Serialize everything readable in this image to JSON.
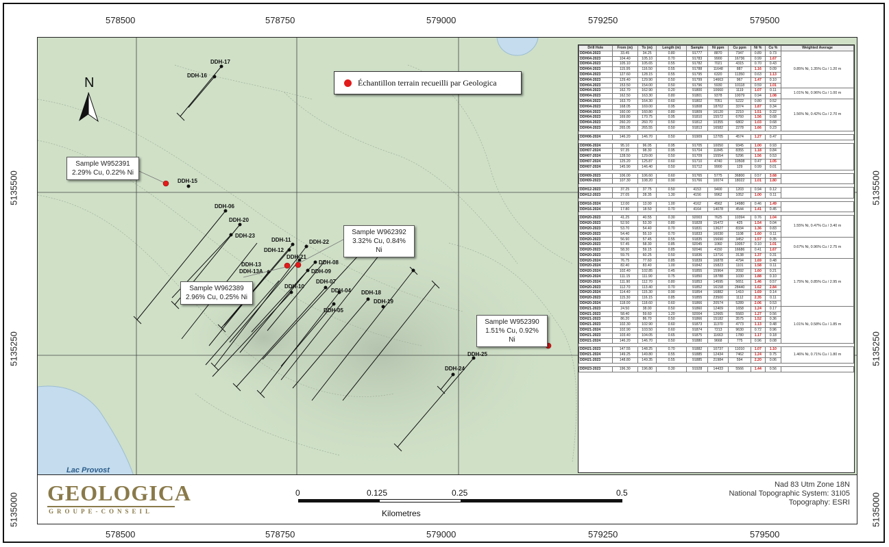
{
  "map": {
    "x_ticks": [
      "578500",
      "578750",
      "579000",
      "579250",
      "579500"
    ],
    "y_ticks": [
      "5135500",
      "5135250",
      "5135000"
    ],
    "colors": {
      "terrain": "#cfe0c7",
      "terrain_dark": "#b9c8b2",
      "water": "#c4dced",
      "drillhole": "#111111",
      "sample": "#e21b1b",
      "accent": "#8a7a4a"
    },
    "north_arrow_label": "N",
    "legend_label": "Échantillon terrain recueilli par Geologica",
    "lake_label": "Lac Provost",
    "samples": [
      {
        "id": "W952391",
        "line1": "Sample W952391",
        "line2": "2.29% Cu, 0.22% Ni"
      },
      {
        "id": "W962392",
        "line1": "Sample W962392",
        "line2": "3.32% Cu, 0.84% Ni"
      },
      {
        "id": "W962389",
        "line1": "Sample W962389",
        "line2": "2.96% Cu, 0.25% Ni"
      },
      {
        "id": "W952390",
        "line1": "Sample W952390",
        "line2": "1.51% Cu, 0.92% Ni"
      }
    ],
    "drill_holes": [
      "DDH-17",
      "DDH-16",
      "DDH-15",
      "DDH-06",
      "DDH-20",
      "DDH-23",
      "DDH-11",
      "DDH-22",
      "DDH-12",
      "DDH-21",
      "DDH-13",
      "DDH-13A",
      "DDH-08",
      "DDH-09",
      "DDH-10",
      "DDH-07",
      "DDH-04",
      "DDH-05",
      "DDH-18",
      "DDH-19",
      "DDH-25",
      "DDH-24"
    ]
  },
  "table": {
    "headers": [
      "Drill Hole",
      "From (m)",
      "To (m)",
      "Length (m)",
      "Sample",
      "Ni ppm",
      "Cu ppm",
      "Ni %",
      "Cu %",
      "Weighted Average"
    ],
    "rows": [
      [
        "DDH04-2023",
        "33.45",
        "34.25",
        "0.80",
        "91777",
        "8870",
        "7347",
        "0.89",
        "0.73"
      ],
      [
        "DDH04-2023",
        "104.40",
        "105.10",
        "0.70",
        "91783",
        "9900",
        "16736",
        "0.99",
        "1.67"
      ],
      [
        "DDH04-2023",
        "105.10",
        "105.65",
        "0.55",
        "91782",
        "7021",
        "4315",
        "0.70",
        "0.43"
      ],
      [
        "DDH04-2023",
        "115.95",
        "116.50",
        "0.55",
        "91788",
        "11648",
        "887",
        "1.16",
        "0.09"
      ],
      [
        "DDH04-2023",
        "127.60",
        "128.15",
        "0.55",
        "91795",
        "6320",
        "11350",
        "0.63",
        "1.13"
      ],
      [
        "DDH04-2023",
        "129.40",
        "129.90",
        "0.50",
        "91799",
        "14663",
        "967",
        "1.47",
        "0.10"
      ],
      [
        "DDH04-2023",
        "153.50",
        "154.00",
        "0.50",
        "91796",
        "5930",
        "10118",
        "0.59",
        "1.01"
      ],
      [
        "DDH04-2023",
        "162.70",
        "162.90",
        "0.20",
        "91800",
        "10660",
        "1119",
        "1.07",
        "0.11"
      ],
      [
        "DDH04-2023",
        "162.50",
        "163.30",
        "0.80",
        "91801",
        "9378",
        "10079",
        "0.94",
        "1.08"
      ],
      [
        "DDH04-2023",
        "163.70",
        "164.30",
        "0.60",
        "91802",
        "7051",
        "5222",
        "0.80",
        "0.52"
      ],
      [
        "DDH04-2023",
        "168.05",
        "169.00",
        "0.95",
        "91808",
        "18702",
        "3374",
        "1.87",
        "0.34"
      ],
      [
        "DDH04-2023",
        "160.00",
        "160.80",
        "0.80",
        "91809",
        "16120",
        "2210",
        "1.51",
        "0.22"
      ],
      [
        "DDH04-2023",
        "169.80",
        "170.75",
        "0.95",
        "91810",
        "15572",
        "6760",
        "1.56",
        "0.68"
      ],
      [
        "DDH04-2023",
        "260.20",
        "260.70",
        "0.50",
        "91812",
        "10355",
        "6802",
        "1.03",
        "0.68"
      ],
      [
        "DDH04-2023",
        "265.05",
        "265.55",
        "0.50",
        "91813",
        "16582",
        "2278",
        "1.66",
        "0.23"
      ],
      [
        "DDH06-2024",
        "146.20",
        "146.70",
        "0.50",
        "91909",
        "12705",
        "4574",
        "1.27",
        "0.47"
      ],
      [
        "DDH06-2024",
        "95.10",
        "96.05",
        "0.95",
        "91705",
        "10050",
        "9345",
        "1.00",
        "0.93"
      ],
      [
        "DDH07-2024",
        "97.35",
        "98.30",
        "0.95",
        "91704",
        "11845",
        "8355",
        "1.18",
        "0.84"
      ],
      [
        "DDH07-2024",
        "128.50",
        "129.00",
        "0.50",
        "91709",
        "15554",
        "5296",
        "1.56",
        "0.53"
      ],
      [
        "DDH07-2024",
        "125.20",
        "125.87",
        "0.60",
        "91710",
        "4740",
        "10508",
        "0.47",
        "1.05"
      ],
      [
        "DDH07-2024",
        "145.90",
        "146.40",
        "0.50",
        "91712",
        "9900",
        "129",
        "0.99",
        "0.01"
      ],
      [
        "DDH09-2023",
        "106.00",
        "106.60",
        "0.60",
        "91765",
        "5775",
        "36800",
        "0.57",
        "3.68"
      ],
      [
        "DDH09-2023",
        "107.30",
        "108.20",
        "0.90",
        "91766",
        "10074",
        "18022",
        "1.01",
        "1.80"
      ],
      [
        "DDH12-2023",
        "37.25",
        "37.75",
        "0.50",
        "4153",
        "9400",
        "1203",
        "0.94",
        "0.12"
      ],
      [
        "DDH12-2023",
        "27.05",
        "28.35",
        "1.30",
        "4156",
        "9962",
        "1052",
        "1.00",
        "0.11"
      ],
      [
        "DDH16-2024",
        "12.00",
        "13.00",
        "1.00",
        "4162",
        "4562",
        "14980",
        "0.46",
        "1.49"
      ],
      [
        "DDH16-2024",
        "17.80",
        "18.50",
        "0.70",
        "4164",
        "14078",
        "4544",
        "1.41",
        "0.45"
      ],
      [
        "DDH20-2023",
        "41.25",
        "40.55",
        "0.30",
        "92003",
        "7625",
        "10394",
        "0.76",
        "1.04"
      ],
      [
        "DDH20-2023",
        "52.50",
        "53.30",
        "0.80",
        "91828",
        "15472",
        "425",
        "1.54",
        "0.04"
      ],
      [
        "DDH20-2023",
        "53.70",
        "54.40",
        "0.70",
        "91831",
        "13627",
        "8334",
        "1.36",
        "0.83"
      ],
      [
        "DDH20-2023",
        "54.40",
        "55.10",
        "0.70",
        "91833",
        "16030",
        "1108",
        "1.60",
        "0.11"
      ],
      [
        "DDH20-2023",
        "56.90",
        "57.45",
        "0.55",
        "91835",
        "15690",
        "3452",
        "1.57",
        "0.35"
      ],
      [
        "DDH20-2023",
        "57.45",
        "58.30",
        "0.85",
        "92045",
        "1060",
        "10057",
        "0.10",
        "1.01"
      ],
      [
        "DDH20-2023",
        "58.30",
        "59.15",
        "0.85",
        "92046",
        "4150",
        "16686",
        "0.41",
        "1.67"
      ],
      [
        "DDH20-2023",
        "59.75",
        "60.25",
        "0.50",
        "91836",
        "13716",
        "3138",
        "1.37",
        "0.31"
      ],
      [
        "DDH20-2024",
        "76.75",
        "77.60",
        "0.85",
        "91839",
        "16878",
        "4794",
        "1.69",
        "0.48"
      ],
      [
        "DDH20-2024",
        "82.40",
        "83.40",
        "1.00",
        "91842",
        "15823",
        "1101",
        "1.58",
        "0.11"
      ],
      [
        "DDH20-2024",
        "102.40",
        "102.85",
        "0.45",
        "91855",
        "15964",
        "2092",
        "1.60",
        "0.21"
      ],
      [
        "DDH20-2024",
        "111.15",
        "111.90",
        "0.75",
        "91850",
        "18788",
        "1030",
        "1.88",
        "0.10"
      ],
      [
        "DDH20-2024",
        "111.90",
        "112.70",
        "0.80",
        "91853",
        "14595",
        "5651",
        "1.46",
        "0.57"
      ],
      [
        "DDH20-2023",
        "112.70",
        "113.40",
        "0.70",
        "91852",
        "16158",
        "28440",
        "1.62",
        "2.84"
      ],
      [
        "DDH20-2024",
        "114.40",
        "115.30",
        "0.90",
        "91854",
        "16882",
        "1410",
        "1.69",
        "0.14"
      ],
      [
        "DDH20-2023",
        "115.30",
        "116.15",
        "0.85",
        "91855",
        "23500",
        "1112",
        "2.35",
        "0.11"
      ],
      [
        "DDH20-2024",
        "118.00",
        "118.60",
        "0.60",
        "91866",
        "20574",
        "5289",
        "2.06",
        "0.53"
      ],
      [
        "DDH21-2023",
        "24.50",
        "38.00",
        "0.50",
        "91860",
        "12409",
        "1658",
        "1.24",
        "0.17"
      ],
      [
        "DDH21-2023",
        "58.40",
        "59.60",
        "1.20",
        "92004",
        "12665",
        "5583",
        "1.27",
        "0.56"
      ],
      [
        "DDH21-2023",
        "86.20",
        "86.70",
        "0.50",
        "91866",
        "15182",
        "3575",
        "1.52",
        "0.36"
      ],
      [
        "DDH21-2023",
        "102.30",
        "102.90",
        "0.60",
        "91873",
        "11370",
        "4773",
        "1.13",
        "0.48"
      ],
      [
        "DDH21-2024",
        "102.90",
        "103.50",
        "0.60",
        "91874",
        "7213",
        "9630",
        "0.72",
        "0.96"
      ],
      [
        "DDH21-2023",
        "103.40",
        "104.05",
        "0.65",
        "91875",
        "11663",
        "1780",
        "1.17",
        "0.18"
      ],
      [
        "DDH21-2024",
        "146.20",
        "146.70",
        "0.50",
        "91880",
        "9668",
        "775",
        "0.96",
        "0.08"
      ],
      [
        "DDH21-2023",
        "147.55",
        "148.25",
        "0.70",
        "91882",
        "10737",
        "11010",
        "1.07",
        "1.10"
      ],
      [
        "DDH21-2024",
        "149.25",
        "149.80",
        "0.55",
        "91885",
        "12434",
        "7462",
        "1.24",
        "0.75"
      ],
      [
        "DDH21-2023",
        "148.80",
        "149.35",
        "0.55",
        "91885",
        "21984",
        "594",
        "2.20",
        "0.06"
      ],
      [
        "DDH23-2023",
        "196.30",
        "196.80",
        "0.30",
        "91928",
        "14433",
        "5566",
        "1.44",
        "0.56"
      ]
    ],
    "weighted_averages": [
      "0.85% Ni, 1.35% Cu / 1.20 m",
      "1.01% Ni, 0.96% Cu / 1.00 m",
      "1.56% Ni, 0.42% Cu / 2.70 m",
      "1.55% Ni, 0.47% Cu / 3.40 m",
      "0.67% Ni, 0.96% Cu / 2.75 m",
      "1.75% Ni, 0.85% Cu / 2.95 m",
      "1.01% Ni, 0.58% Cu / 1.85 m",
      "1.46% Ni, 0.71% Cu / 1.80 m"
    ]
  },
  "footer": {
    "logo_title": "GEOLOGICA",
    "logo_subtitle": "GROUPE-CONSEIL",
    "scale_labels": [
      "0",
      "0.125",
      "0.25",
      "0.5"
    ],
    "scale_units": "Kilometres",
    "info": [
      "Nad 83 Utm Zone 18N",
      "National Topographic System: 31I05",
      "Topography: ESRI"
    ]
  }
}
